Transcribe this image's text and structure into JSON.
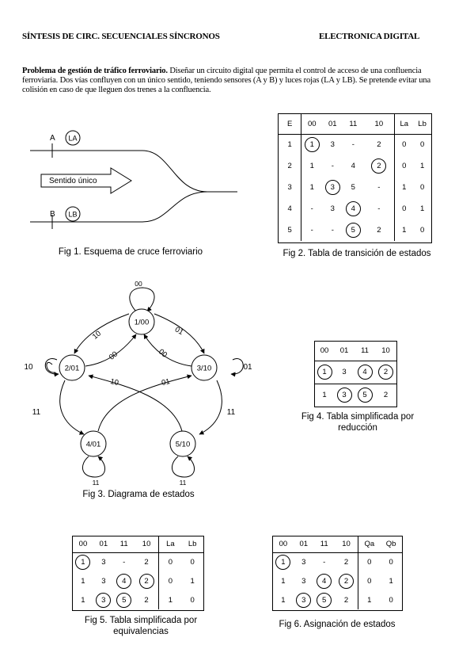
{
  "header": {
    "left": "SÍNTESIS DE CIRC. SECUENCIALES SÍNCRONOS",
    "right": "ELECTRONICA DIGITAL"
  },
  "intro": {
    "bold": "Problema de gestión de tráfico ferroviario.",
    "text": " Diseñar un circuito digital que permita el control de acceso de una confluencia ferroviaria. Dos vías confluyen con un único sentido, teniendo sensores (A y B) y luces rojas (LA y LB). Se pretende evitar una colisión en caso de que lleguen dos trenes a la confluencia."
  },
  "fig1": {
    "label_a": "A",
    "label_b": "B",
    "light_a": "LA",
    "light_b": "LB",
    "arrow": "Sentido único",
    "caption": "Fig 1. Esquema de cruce ferroviario"
  },
  "fig2": {
    "caption": "Fig 2. Tabla de transición de estados",
    "headers": [
      "E",
      "00",
      "01",
      "11",
      "10",
      "La",
      "Lb"
    ],
    "rows": [
      {
        "e": "1",
        "cells": [
          "1",
          "3",
          "-",
          "2"
        ],
        "circled": [
          true,
          false,
          false,
          false
        ],
        "out": [
          "0",
          "0"
        ]
      },
      {
        "e": "2",
        "cells": [
          "1",
          "-",
          "4",
          "2"
        ],
        "circled": [
          false,
          false,
          false,
          true
        ],
        "out": [
          "0",
          "1"
        ]
      },
      {
        "e": "3",
        "cells": [
          "1",
          "3",
          "5",
          "-"
        ],
        "circled": [
          false,
          true,
          false,
          false
        ],
        "out": [
          "1",
          "0"
        ]
      },
      {
        "e": "4",
        "cells": [
          "-",
          "3",
          "4",
          "-"
        ],
        "circled": [
          false,
          false,
          true,
          false
        ],
        "out": [
          "0",
          "1"
        ]
      },
      {
        "e": "5",
        "cells": [
          "-",
          "-",
          "5",
          "2"
        ],
        "circled": [
          false,
          false,
          true,
          false
        ],
        "out": [
          "1",
          "0"
        ]
      }
    ]
  },
  "fig3": {
    "caption": "Fig 3. Diagrama de estados",
    "states": {
      "s1": "1/00",
      "s2": "2/01",
      "s3": "3/10",
      "s4": "4/01",
      "s5": "5/10"
    },
    "labels": {
      "self1": "00",
      "self2": "10",
      "self3": "01",
      "self4": "11",
      "self5": "11",
      "e12": "10",
      "e21": "00",
      "e13": "01",
      "e31": "00",
      "e24": "11",
      "e35": "11",
      "e42": "10",
      "e53": "01"
    }
  },
  "fig4": {
    "caption": "Fig 4. Tabla simplificada por reducción",
    "headers": [
      "00",
      "01",
      "11",
      "10"
    ],
    "rows": [
      {
        "cells": [
          "1",
          "3",
          "4",
          "2"
        ],
        "circled": [
          true,
          false,
          true,
          true
        ]
      },
      {
        "cells": [
          "1",
          "3",
          "5",
          "2"
        ],
        "circled": [
          false,
          true,
          true,
          false
        ]
      }
    ]
  },
  "fig5": {
    "caption": "Fig 5. Tabla simplificada por equivalencias",
    "headers": [
      "00",
      "01",
      "11",
      "10",
      "La",
      "Lb"
    ],
    "rows": [
      {
        "cells": [
          "1",
          "3",
          "-",
          "2"
        ],
        "circled": [
          true,
          false,
          false,
          false
        ],
        "out": [
          "0",
          "0"
        ]
      },
      {
        "cells": [
          "1",
          "3",
          "4",
          "2"
        ],
        "circled": [
          false,
          false,
          true,
          true
        ],
        "out": [
          "0",
          "1"
        ]
      },
      {
        "cells": [
          "1",
          "3",
          "5",
          "2"
        ],
        "circled": [
          false,
          true,
          true,
          false
        ],
        "out": [
          "1",
          "0"
        ]
      }
    ]
  },
  "fig6": {
    "caption": "Fig 6. Asignación de estados",
    "headers": [
      "00",
      "01",
      "11",
      "10",
      "Qa",
      "Qb"
    ],
    "rows": [
      {
        "cells": [
          "1",
          "3",
          "-",
          "2"
        ],
        "circled": [
          true,
          false,
          false,
          false
        ],
        "out": [
          "0",
          "0"
        ]
      },
      {
        "cells": [
          "1",
          "3",
          "4",
          "2"
        ],
        "circled": [
          false,
          false,
          true,
          true
        ],
        "out": [
          "0",
          "1"
        ]
      },
      {
        "cells": [
          "1",
          "3",
          "5",
          "2"
        ],
        "circled": [
          false,
          true,
          true,
          false
        ],
        "out": [
          "1",
          "0"
        ]
      }
    ]
  }
}
